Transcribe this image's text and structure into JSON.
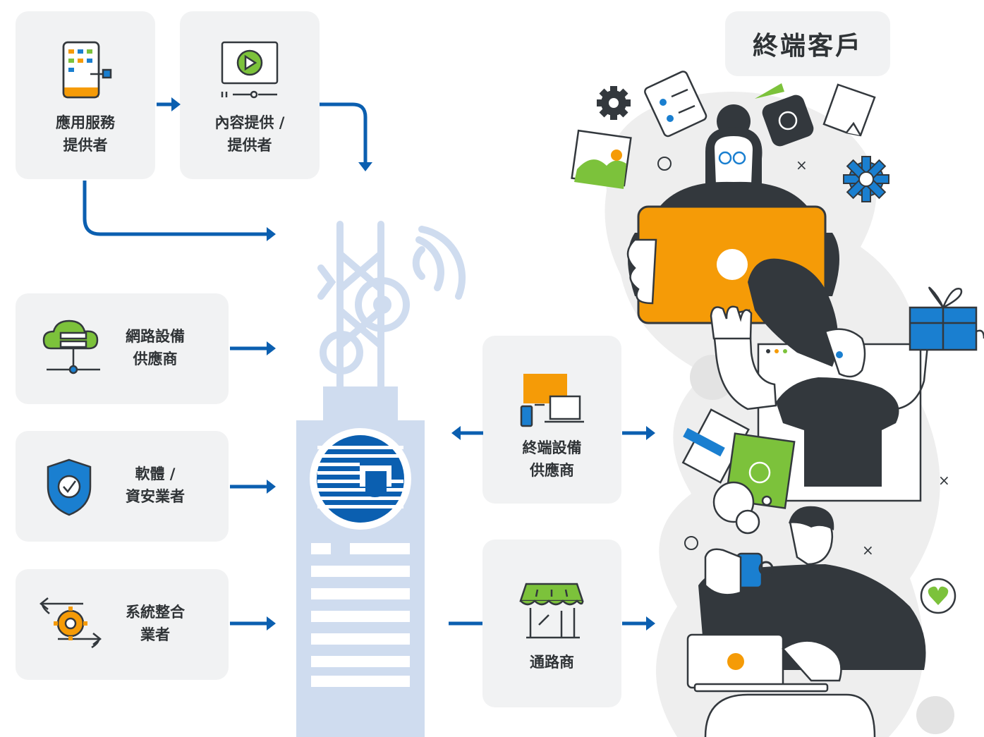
{
  "colors": {
    "card": "#f1f2f3",
    "arrow": "#0b5fb0",
    "tower": "#cfdcef",
    "orange": "#f59b07",
    "green": "#7cc23b",
    "dark": "#33383d",
    "blue": "#1a7fd0"
  },
  "end_customer": {
    "label": "終端客戶"
  },
  "nodes": [
    {
      "id": "app-service-provider",
      "line1": "應用服務",
      "line2": "提供者",
      "icon": "mobile-app-icon"
    },
    {
      "id": "content-provider",
      "line1": "內容提供 /",
      "line2": "提供者",
      "icon": "video-play-icon"
    },
    {
      "id": "network-equipment",
      "line1": "網路設備",
      "line2": "供應商",
      "icon": "cloud-network-icon"
    },
    {
      "id": "software-security",
      "line1": "軟體 /",
      "line2": "資安業者",
      "icon": "shield-check-icon"
    },
    {
      "id": "system-integrator",
      "line1": "系統整合",
      "line2": "業者",
      "icon": "gear-cycle-icon"
    },
    {
      "id": "terminal-equipment",
      "line1": "終端設備",
      "line2": "供應商",
      "icon": "devices-icon"
    },
    {
      "id": "channel",
      "line1": "通路商",
      "line2": "",
      "icon": "store-icon"
    }
  ],
  "center": {
    "icon": "cht-logo-icon",
    "tower_icon": "cell-tower-icon"
  }
}
